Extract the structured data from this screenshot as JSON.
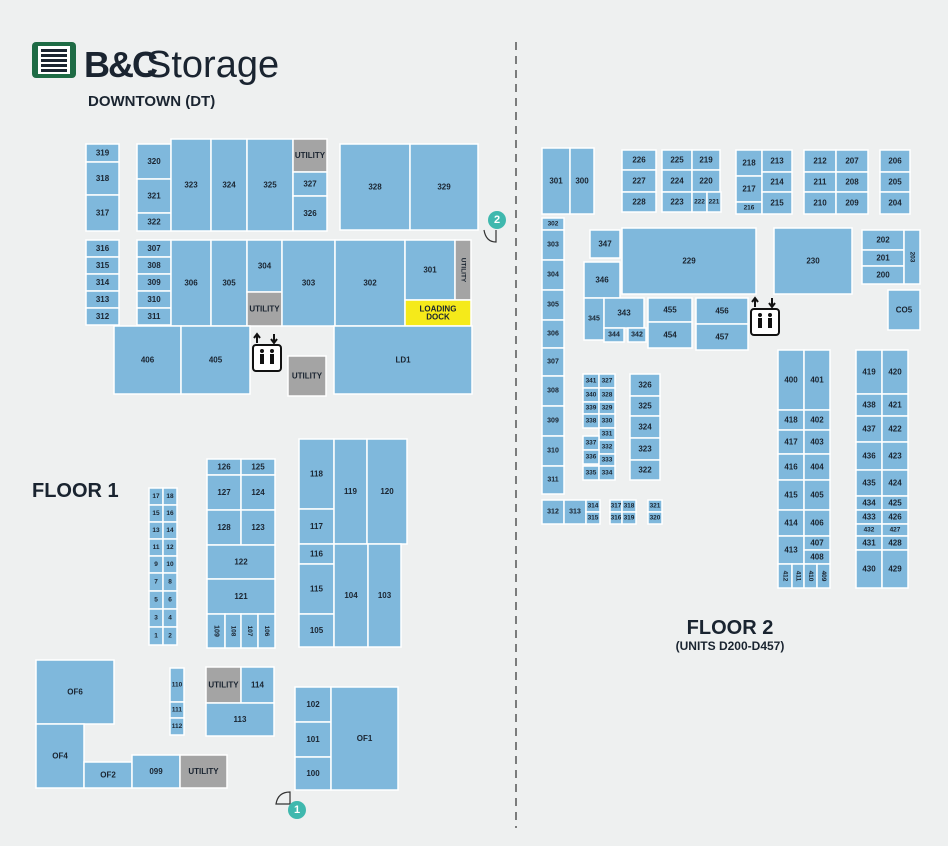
{
  "brand": {
    "initials": "B&C",
    "name": "Storage",
    "location": "DOWNTOWN (DT)",
    "color": "#1e6b45"
  },
  "floor1": {
    "label": "FLOOR 1"
  },
  "floor2": {
    "label": "FLOOR 2",
    "sub": "(UNITS D200-D457)"
  },
  "entrances": [
    {
      "id": "1",
      "label": "1"
    },
    {
      "id": "2",
      "label": "2"
    }
  ],
  "colors": {
    "unit": "#7fb8dc",
    "utility": "#a4a4a4",
    "dock": "#f5ea1a",
    "entrance": "#3fb8ae",
    "background": "#eef0f0"
  },
  "icons": [
    "elevator-icon",
    "elevator-icon",
    "elevator-icon",
    "entrance-door-icon",
    "logo-icon"
  ],
  "units": [
    [
      "319",
      86,
      144,
      33,
      18,
      0,
      "n"
    ],
    [
      "318",
      86,
      162,
      33,
      33,
      0,
      "n"
    ],
    [
      "317",
      86,
      195,
      33,
      36,
      0,
      "n"
    ],
    [
      "320",
      137,
      144,
      34,
      35,
      0,
      "n"
    ],
    [
      "321",
      137,
      179,
      34,
      34,
      0,
      "n"
    ],
    [
      "322",
      137,
      213,
      34,
      18,
      0,
      "n"
    ],
    [
      "323",
      171,
      139,
      40,
      92,
      0,
      "n"
    ],
    [
      "324",
      211,
      139,
      36,
      92,
      0,
      "n"
    ],
    [
      "325",
      247,
      139,
      46,
      92,
      0,
      "n"
    ],
    [
      "UTILITY",
      293,
      139,
      34,
      33,
      0,
      "g"
    ],
    [
      "327",
      293,
      172,
      34,
      24,
      0,
      "n"
    ],
    [
      "326",
      293,
      196,
      34,
      35,
      0,
      "n"
    ],
    [
      "328",
      340,
      144,
      70,
      86,
      0,
      "n"
    ],
    [
      "329",
      410,
      144,
      68,
      86,
      0,
      "n"
    ],
    [
      "316",
      86,
      240,
      33,
      17,
      0,
      "n"
    ],
    [
      "315",
      86,
      257,
      33,
      17,
      0,
      "n"
    ],
    [
      "314",
      86,
      274,
      33,
      17,
      0,
      "n"
    ],
    [
      "313",
      86,
      291,
      33,
      17,
      0,
      "n"
    ],
    [
      "312",
      86,
      308,
      33,
      17,
      0,
      "n"
    ],
    [
      "307",
      137,
      240,
      34,
      17,
      0,
      "n"
    ],
    [
      "308",
      137,
      257,
      34,
      17,
      0,
      "n"
    ],
    [
      "309",
      137,
      274,
      34,
      17,
      0,
      "n"
    ],
    [
      "310",
      137,
      291,
      34,
      17,
      0,
      "n"
    ],
    [
      "311",
      137,
      308,
      34,
      17,
      0,
      "n"
    ],
    [
      "306",
      171,
      240,
      40,
      86,
      0,
      "n"
    ],
    [
      "305",
      211,
      240,
      36,
      86,
      0,
      "n"
    ],
    [
      "304",
      247,
      240,
      35,
      52,
      0,
      "n"
    ],
    [
      "UTILITY",
      247,
      292,
      35,
      34,
      0,
      "g"
    ],
    [
      "303",
      282,
      240,
      53,
      86,
      0,
      "n"
    ],
    [
      "302",
      335,
      240,
      70,
      86,
      0,
      "n"
    ],
    [
      "301",
      405,
      240,
      50,
      60,
      0,
      "n"
    ],
    [
      "UTILITY",
      455,
      240,
      16,
      60,
      1,
      "g"
    ],
    [
      "LOADING DOCK",
      405,
      300,
      66,
      26,
      0,
      "y"
    ],
    [
      "406",
      114,
      326,
      67,
      68,
      0,
      "n"
    ],
    [
      "405",
      181,
      326,
      69,
      68,
      0,
      "n"
    ],
    [
      "UTILITY",
      288,
      356,
      38,
      40,
      0,
      "g"
    ],
    [
      "LD1",
      334,
      326,
      138,
      68,
      0,
      "n"
    ],
    [
      "126",
      207,
      459,
      34,
      16,
      0,
      "n"
    ],
    [
      "125",
      241,
      459,
      34,
      16,
      0,
      "n"
    ],
    [
      "127",
      207,
      475,
      34,
      35,
      0,
      "n"
    ],
    [
      "124",
      241,
      475,
      34,
      35,
      0,
      "n"
    ],
    [
      "128",
      207,
      510,
      34,
      35,
      0,
      "n"
    ],
    [
      "123",
      241,
      510,
      34,
      35,
      0,
      "n"
    ],
    [
      "122",
      207,
      545,
      68,
      34,
      0,
      "n"
    ],
    [
      "121",
      207,
      579,
      68,
      35,
      0,
      "n"
    ],
    [
      "109",
      207,
      614,
      18,
      34,
      1,
      "n"
    ],
    [
      "108",
      225,
      614,
      16,
      34,
      1,
      "n"
    ],
    [
      "107",
      241,
      614,
      17,
      34,
      1,
      "n"
    ],
    [
      "106",
      258,
      614,
      17,
      34,
      1,
      "n"
    ],
    [
      "17",
      149,
      488,
      14,
      17,
      0,
      "n"
    ],
    [
      "18",
      163,
      488,
      14,
      17,
      0,
      "n"
    ],
    [
      "15",
      149,
      505,
      14,
      17,
      0,
      "n"
    ],
    [
      "16",
      163,
      505,
      14,
      17,
      0,
      "n"
    ],
    [
      "13",
      149,
      522,
      14,
      17,
      0,
      "n"
    ],
    [
      "14",
      163,
      522,
      14,
      17,
      0,
      "n"
    ],
    [
      "11",
      149,
      539,
      14,
      17,
      0,
      "n"
    ],
    [
      "12",
      163,
      539,
      14,
      17,
      0,
      "n"
    ],
    [
      "9",
      149,
      556,
      14,
      17,
      0,
      "n"
    ],
    [
      "10",
      163,
      556,
      14,
      17,
      0,
      "n"
    ],
    [
      "7",
      149,
      573,
      14,
      18,
      0,
      "n"
    ],
    [
      "8",
      163,
      573,
      14,
      18,
      0,
      "n"
    ],
    [
      "5",
      149,
      591,
      14,
      18,
      0,
      "n"
    ],
    [
      "6",
      163,
      591,
      14,
      18,
      0,
      "n"
    ],
    [
      "3",
      149,
      609,
      14,
      18,
      0,
      "n"
    ],
    [
      "4",
      163,
      609,
      14,
      18,
      0,
      "n"
    ],
    [
      "1",
      149,
      627,
      14,
      18,
      0,
      "n"
    ],
    [
      "2",
      163,
      627,
      14,
      18,
      0,
      "n"
    ],
    [
      "118",
      299,
      439,
      35,
      70,
      0,
      "n"
    ],
    [
      "117",
      299,
      509,
      35,
      35,
      0,
      "n"
    ],
    [
      "119",
      334,
      439,
      33,
      105,
      0,
      "n"
    ],
    [
      "120",
      367,
      439,
      40,
      105,
      0,
      "n"
    ],
    [
      "116",
      299,
      544,
      35,
      20,
      0,
      "n"
    ],
    [
      "115",
      299,
      564,
      35,
      50,
      0,
      "n"
    ],
    [
      "105",
      299,
      614,
      35,
      33,
      0,
      "n"
    ],
    [
      "104",
      334,
      544,
      34,
      103,
      0,
      "n"
    ],
    [
      "103",
      368,
      544,
      33,
      103,
      0,
      "n"
    ],
    [
      "OF6",
      36,
      660,
      78,
      64,
      0,
      "n"
    ],
    [
      "OF4",
      36,
      724,
      48,
      64,
      0,
      "n"
    ],
    [
      "OF2",
      84,
      762,
      48,
      26,
      0,
      "n"
    ],
    [
      "099",
      132,
      755,
      48,
      33,
      0,
      "n"
    ],
    [
      "UTILITY",
      180,
      755,
      47,
      33,
      0,
      "g"
    ],
    [
      "110",
      170,
      668,
      14,
      34,
      0,
      "n"
    ],
    [
      "111",
      170,
      702,
      14,
      16,
      0,
      "n"
    ],
    [
      "112",
      170,
      718,
      14,
      17,
      0,
      "n"
    ],
    [
      "UTILITY",
      206,
      667,
      35,
      36,
      0,
      "g"
    ],
    [
      "114",
      241,
      667,
      33,
      36,
      0,
      "n"
    ],
    [
      "113",
      206,
      703,
      68,
      33,
      0,
      "n"
    ],
    [
      "102",
      295,
      687,
      36,
      35,
      0,
      "n"
    ],
    [
      "101",
      295,
      722,
      36,
      35,
      0,
      "n"
    ],
    [
      "100",
      295,
      757,
      36,
      33,
      0,
      "n"
    ],
    [
      "OF1",
      331,
      687,
      67,
      103,
      0,
      "n"
    ],
    [
      "301",
      542,
      148,
      28,
      66,
      0,
      "n"
    ],
    [
      "300",
      570,
      148,
      24,
      66,
      0,
      "n"
    ],
    [
      "226",
      622,
      150,
      34,
      20,
      0,
      "n"
    ],
    [
      "227",
      622,
      170,
      34,
      22,
      0,
      "n"
    ],
    [
      "228",
      622,
      192,
      34,
      20,
      0,
      "n"
    ],
    [
      "225",
      662,
      150,
      30,
      20,
      0,
      "n"
    ],
    [
      "224",
      662,
      170,
      30,
      22,
      0,
      "n"
    ],
    [
      "223",
      662,
      192,
      30,
      20,
      0,
      "n"
    ],
    [
      "219",
      692,
      150,
      28,
      20,
      0,
      "n"
    ],
    [
      "220",
      692,
      170,
      28,
      22,
      0,
      "n"
    ],
    [
      "222",
      692,
      192,
      15,
      20,
      0,
      "n"
    ],
    [
      "221",
      707,
      192,
      14,
      20,
      0,
      "n"
    ],
    [
      "218",
      736,
      150,
      26,
      26,
      0,
      "n"
    ],
    [
      "217",
      736,
      176,
      26,
      26,
      0,
      "n"
    ],
    [
      "216",
      736,
      202,
      26,
      12,
      0,
      "n"
    ],
    [
      "213",
      762,
      150,
      30,
      22,
      0,
      "n"
    ],
    [
      "214",
      762,
      172,
      30,
      20,
      0,
      "n"
    ],
    [
      "215",
      762,
      192,
      30,
      22,
      0,
      "n"
    ],
    [
      "212",
      804,
      150,
      32,
      22,
      0,
      "n"
    ],
    [
      "211",
      804,
      172,
      32,
      20,
      0,
      "n"
    ],
    [
      "210",
      804,
      192,
      32,
      22,
      0,
      "n"
    ],
    [
      "207",
      836,
      150,
      32,
      22,
      0,
      "n"
    ],
    [
      "208",
      836,
      172,
      32,
      20,
      0,
      "n"
    ],
    [
      "209",
      836,
      192,
      32,
      22,
      0,
      "n"
    ],
    [
      "206",
      880,
      150,
      30,
      22,
      0,
      "n"
    ],
    [
      "205",
      880,
      172,
      30,
      20,
      0,
      "n"
    ],
    [
      "204",
      880,
      192,
      30,
      22,
      0,
      "n"
    ],
    [
      "302",
      542,
      218,
      22,
      12,
      0,
      "n"
    ],
    [
      "303",
      542,
      230,
      22,
      30,
      0,
      "n"
    ],
    [
      "304",
      542,
      260,
      22,
      30,
      0,
      "n"
    ],
    [
      "305",
      542,
      290,
      22,
      30,
      0,
      "n"
    ],
    [
      "306",
      542,
      320,
      22,
      28,
      0,
      "n"
    ],
    [
      "307",
      542,
      348,
      22,
      28,
      0,
      "n"
    ],
    [
      "308",
      542,
      376,
      22,
      30,
      0,
      "n"
    ],
    [
      "309",
      542,
      406,
      22,
      30,
      0,
      "n"
    ],
    [
      "310",
      542,
      436,
      22,
      30,
      0,
      "n"
    ],
    [
      "311",
      542,
      466,
      22,
      28,
      0,
      "n"
    ],
    [
      "347",
      590,
      230,
      30,
      28,
      0,
      "n"
    ],
    [
      "346",
      584,
      262,
      36,
      36,
      0,
      "n"
    ],
    [
      "345",
      584,
      298,
      20,
      42,
      0,
      "n"
    ],
    [
      "343",
      604,
      298,
      40,
      30,
      0,
      "n"
    ],
    [
      "344",
      604,
      328,
      20,
      14,
      0,
      "n"
    ],
    [
      "342",
      628,
      328,
      18,
      14,
      0,
      "n"
    ],
    [
      "229",
      622,
      228,
      134,
      66,
      0,
      "n"
    ],
    [
      "455",
      648,
      298,
      44,
      24,
      0,
      "n"
    ],
    [
      "454",
      648,
      322,
      44,
      26,
      0,
      "n"
    ],
    [
      "456",
      696,
      298,
      52,
      26,
      0,
      "n"
    ],
    [
      "457",
      696,
      324,
      52,
      26,
      0,
      "n"
    ],
    [
      "230",
      774,
      228,
      78,
      66,
      0,
      "n"
    ],
    [
      "202",
      862,
      230,
      42,
      20,
      0,
      "n"
    ],
    [
      "201",
      862,
      250,
      42,
      16,
      0,
      "n"
    ],
    [
      "200",
      862,
      266,
      42,
      18,
      0,
      "n"
    ],
    [
      "203",
      904,
      230,
      16,
      54,
      1,
      "n"
    ],
    [
      "CO5",
      888,
      290,
      32,
      40,
      0,
      "n"
    ],
    [
      "341",
      583,
      374,
      16,
      14,
      0,
      "n"
    ],
    [
      "327",
      599,
      374,
      16,
      14,
      0,
      "n"
    ],
    [
      "340",
      583,
      388,
      16,
      14,
      0,
      "n"
    ],
    [
      "328",
      599,
      388,
      16,
      14,
      0,
      "n"
    ],
    [
      "339",
      583,
      402,
      16,
      12,
      0,
      "n"
    ],
    [
      "329",
      599,
      402,
      16,
      12,
      0,
      "n"
    ],
    [
      "338",
      583,
      414,
      16,
      14,
      0,
      "n"
    ],
    [
      "330",
      599,
      414,
      16,
      14,
      0,
      "n"
    ],
    [
      "331",
      599,
      428,
      16,
      12,
      0,
      "n"
    ],
    [
      "337",
      583,
      436,
      16,
      14,
      0,
      "n"
    ],
    [
      "332",
      599,
      440,
      16,
      14,
      0,
      "n"
    ],
    [
      "336",
      583,
      450,
      16,
      14,
      0,
      "n"
    ],
    [
      "333",
      599,
      454,
      16,
      12,
      0,
      "n"
    ],
    [
      "335",
      583,
      466,
      16,
      14,
      0,
      "n"
    ],
    [
      "334",
      599,
      466,
      16,
      14,
      0,
      "n"
    ],
    [
      "326",
      630,
      374,
      30,
      22,
      0,
      "n"
    ],
    [
      "325",
      630,
      396,
      30,
      20,
      0,
      "n"
    ],
    [
      "324",
      630,
      416,
      30,
      22,
      0,
      "n"
    ],
    [
      "323",
      630,
      438,
      30,
      22,
      0,
      "n"
    ],
    [
      "322",
      630,
      460,
      30,
      20,
      0,
      "n"
    ],
    [
      "312",
      542,
      500,
      22,
      24,
      0,
      "n"
    ],
    [
      "313",
      564,
      500,
      22,
      24,
      0,
      "n"
    ],
    [
      "314",
      586,
      500,
      14,
      12,
      0,
      "n"
    ],
    [
      "315",
      586,
      512,
      14,
      12,
      0,
      "n"
    ],
    [
      "317",
      610,
      500,
      12,
      12,
      0,
      "n"
    ],
    [
      "318",
      622,
      500,
      14,
      12,
      0,
      "n"
    ],
    [
      "316",
      610,
      512,
      12,
      12,
      0,
      "n"
    ],
    [
      "319",
      622,
      512,
      14,
      12,
      0,
      "n"
    ],
    [
      "321",
      648,
      500,
      14,
      12,
      0,
      "n"
    ],
    [
      "320",
      648,
      512,
      14,
      12,
      0,
      "n"
    ],
    [
      "400",
      778,
      350,
      26,
      60,
      0,
      "n"
    ],
    [
      "401",
      804,
      350,
      26,
      60,
      0,
      "n"
    ],
    [
      "418",
      778,
      410,
      26,
      20,
      0,
      "n"
    ],
    [
      "402",
      804,
      410,
      26,
      20,
      0,
      "n"
    ],
    [
      "417",
      778,
      430,
      26,
      24,
      0,
      "n"
    ],
    [
      "403",
      804,
      430,
      26,
      24,
      0,
      "n"
    ],
    [
      "416",
      778,
      454,
      26,
      26,
      0,
      "n"
    ],
    [
      "404",
      804,
      454,
      26,
      26,
      0,
      "n"
    ],
    [
      "415",
      778,
      480,
      26,
      30,
      0,
      "n"
    ],
    [
      "405",
      804,
      480,
      26,
      30,
      0,
      "n"
    ],
    [
      "414",
      778,
      510,
      26,
      26,
      0,
      "n"
    ],
    [
      "406",
      804,
      510,
      26,
      26,
      0,
      "n"
    ],
    [
      "413",
      778,
      536,
      26,
      28,
      0,
      "n"
    ],
    [
      "407",
      804,
      536,
      26,
      14,
      0,
      "n"
    ],
    [
      "408",
      804,
      550,
      26,
      14,
      0,
      "n"
    ],
    [
      "412",
      778,
      564,
      14,
      24,
      1,
      "n"
    ],
    [
      "411",
      792,
      564,
      12,
      24,
      1,
      "n"
    ],
    [
      "410",
      804,
      564,
      13,
      24,
      1,
      "n"
    ],
    [
      "409",
      817,
      564,
      13,
      24,
      1,
      "n"
    ],
    [
      "419",
      856,
      350,
      26,
      44,
      0,
      "n"
    ],
    [
      "420",
      882,
      350,
      26,
      44,
      0,
      "n"
    ],
    [
      "438",
      856,
      394,
      26,
      22,
      0,
      "n"
    ],
    [
      "421",
      882,
      394,
      26,
      22,
      0,
      "n"
    ],
    [
      "437",
      856,
      416,
      26,
      26,
      0,
      "n"
    ],
    [
      "422",
      882,
      416,
      26,
      26,
      0,
      "n"
    ],
    [
      "436",
      856,
      442,
      26,
      28,
      0,
      "n"
    ],
    [
      "423",
      882,
      442,
      26,
      28,
      0,
      "n"
    ],
    [
      "435",
      856,
      470,
      26,
      26,
      0,
      "n"
    ],
    [
      "424",
      882,
      470,
      26,
      26,
      0,
      "n"
    ],
    [
      "434",
      856,
      496,
      26,
      14,
      0,
      "n"
    ],
    [
      "425",
      882,
      496,
      26,
      14,
      0,
      "n"
    ],
    [
      "433",
      856,
      510,
      26,
      14,
      0,
      "n"
    ],
    [
      "426",
      882,
      510,
      26,
      14,
      0,
      "n"
    ],
    [
      "432",
      856,
      524,
      26,
      12,
      0,
      "n"
    ],
    [
      "427",
      882,
      524,
      26,
      12,
      0,
      "n"
    ],
    [
      "431",
      856,
      536,
      26,
      14,
      0,
      "n"
    ],
    [
      "428",
      882,
      536,
      26,
      14,
      0,
      "n"
    ],
    [
      "430",
      856,
      550,
      26,
      38,
      0,
      "n"
    ],
    [
      "429",
      882,
      550,
      26,
      38,
      0,
      "n"
    ]
  ]
}
